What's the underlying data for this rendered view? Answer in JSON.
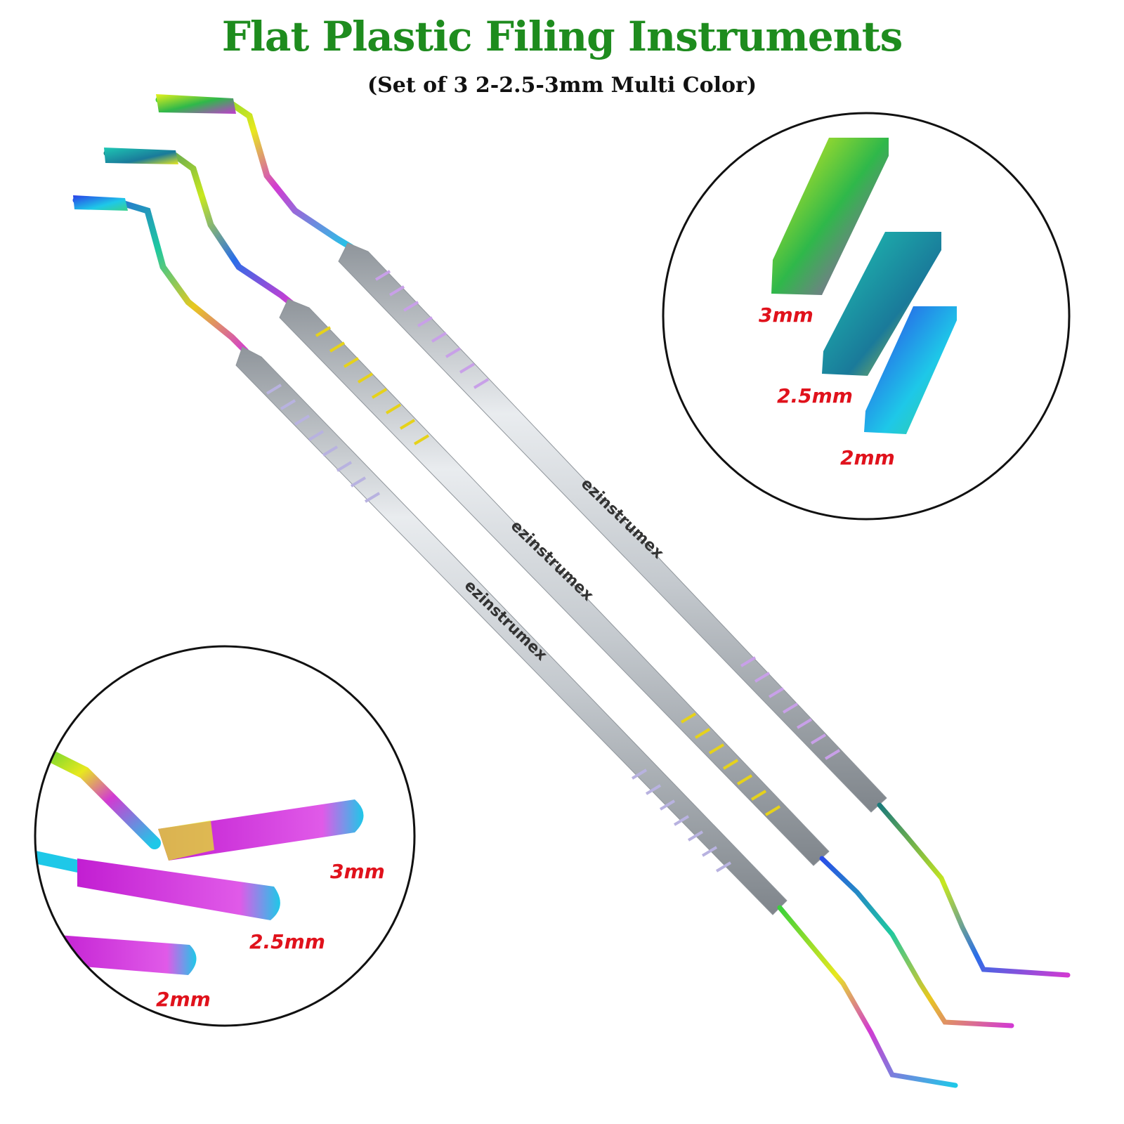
{
  "title": "Flat Plastic Filing Instruments",
  "subtitle": "(Set of 3 2-2.5-3mm Multi Color)",
  "colors": {
    "title": "#1e8c1e",
    "size_label": "#e0121c",
    "steel": "#c9cdd2",
    "steel_dark": "#8f959b",
    "ring": "#111111"
  },
  "brand_mark": "ezinstrumex",
  "zoom_top_right": {
    "labels": [
      "3mm",
      "2.5mm",
      "2mm"
    ]
  },
  "zoom_bottom_left": {
    "labels": [
      "3mm",
      "2.5mm",
      "2mm"
    ]
  }
}
